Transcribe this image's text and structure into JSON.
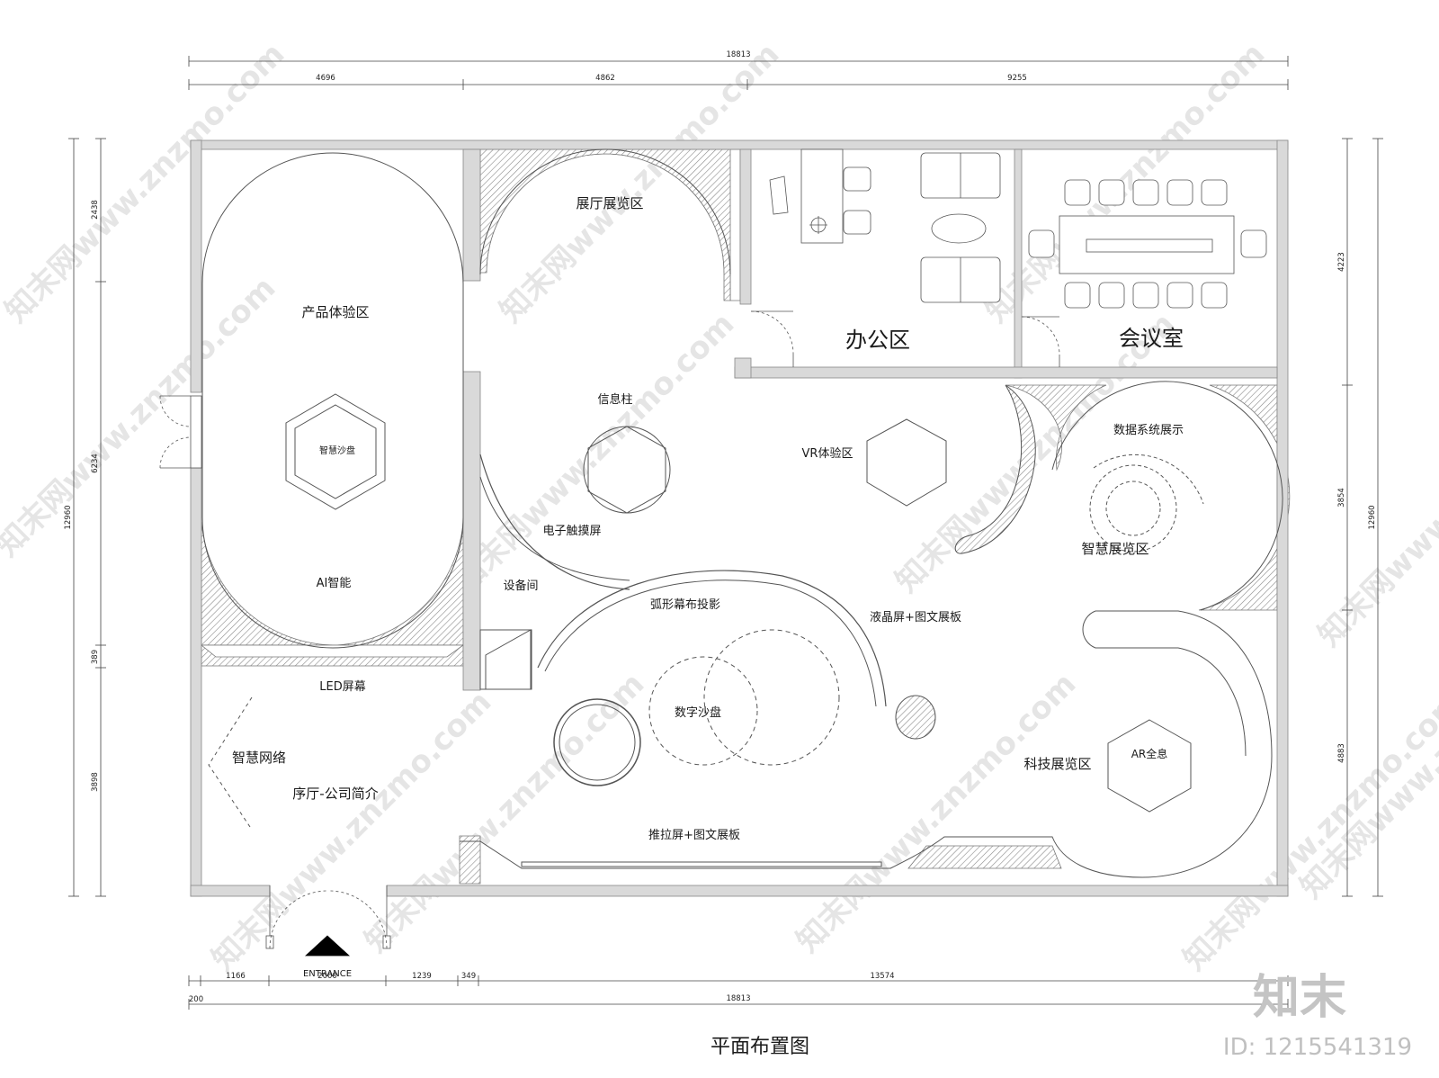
{
  "title": "平面布置图",
  "entrance_label": "ENTRANCE",
  "rooms": {
    "product_experience": "产品体验区",
    "hall_exhibition": "展厅展览区",
    "office": "办公区",
    "meeting_room": "会议室",
    "info_column": "信息柱",
    "vr_experience": "VR体验区",
    "data_system_display": "数据系统展示",
    "smart_sandtable": "智慧沙盘",
    "touch_screen": "电子触摸屏",
    "smart_exhibition": "智慧展览区",
    "ai_smart": "AI智能",
    "equipment_room": "设备间",
    "arc_projection": "弧形幕布投影",
    "lcd_panel": "液晶屏+图文展板",
    "led_screen": "LED屏幕",
    "digital_sandtable": "数字沙盘",
    "smart_network": "智慧网络",
    "lobby_intro": "序厅-公司简介",
    "tech_exhibition": "科技展览区",
    "ar_hologram": "AR全息",
    "sliding_screen": "推拉屏+图文展板"
  },
  "dimensions": {
    "top_total": "18813",
    "top_segments": [
      "4696",
      "4862",
      "9255"
    ],
    "bottom_segments": [
      "200",
      "1166",
      "2000",
      "1239",
      "349",
      "13574"
    ],
    "bottom_total": "18813",
    "left_segments": [
      "2438",
      "6234",
      "389",
      "3898"
    ],
    "left_total": "12960",
    "right_segments": [
      "4223",
      "3854",
      "4883"
    ],
    "right_total": "12960"
  },
  "watermark": {
    "text": "知末网www.znzmo.com",
    "brand": "知末",
    "id": "ID: 1215541319"
  }
}
